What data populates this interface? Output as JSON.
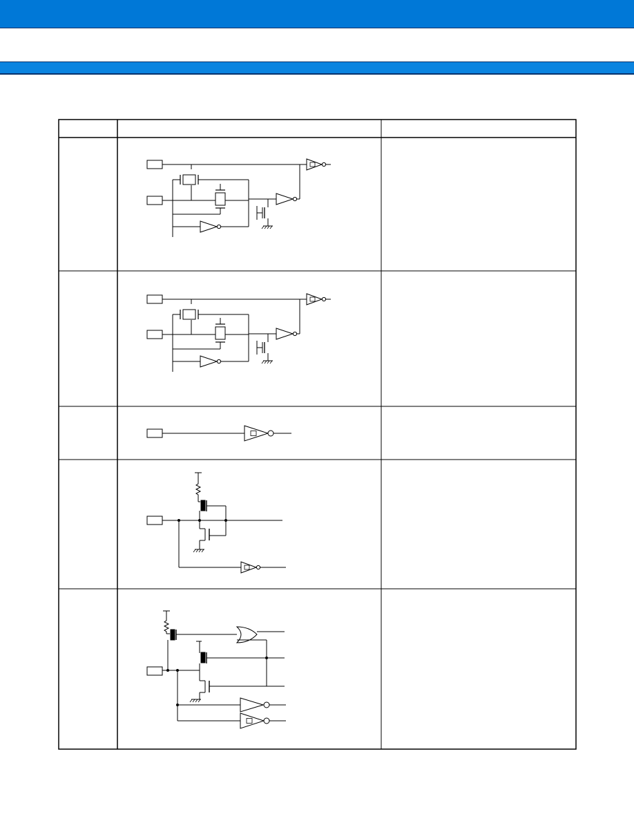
{
  "document": {
    "header_bar_color": "#0078d7",
    "rule_color": "#00306a"
  },
  "table": {
    "columns": [
      "",
      "",
      ""
    ],
    "rows": [
      {
        "id": "row-1",
        "pin_type": "",
        "circuit": "oscillator-circuit-1",
        "remarks": ""
      },
      {
        "id": "row-2",
        "pin_type": "",
        "circuit": "oscillator-circuit-2",
        "remarks": ""
      },
      {
        "id": "row-3",
        "pin_type": "",
        "circuit": "schmitt-input-circuit",
        "remarks": ""
      },
      {
        "id": "row-4",
        "pin_type": "",
        "circuit": "pullup-cmos-io-circuit",
        "remarks": ""
      },
      {
        "id": "row-5",
        "pin_type": "",
        "circuit": "pullup-io-with-or-gate-circuit",
        "remarks": ""
      }
    ]
  }
}
